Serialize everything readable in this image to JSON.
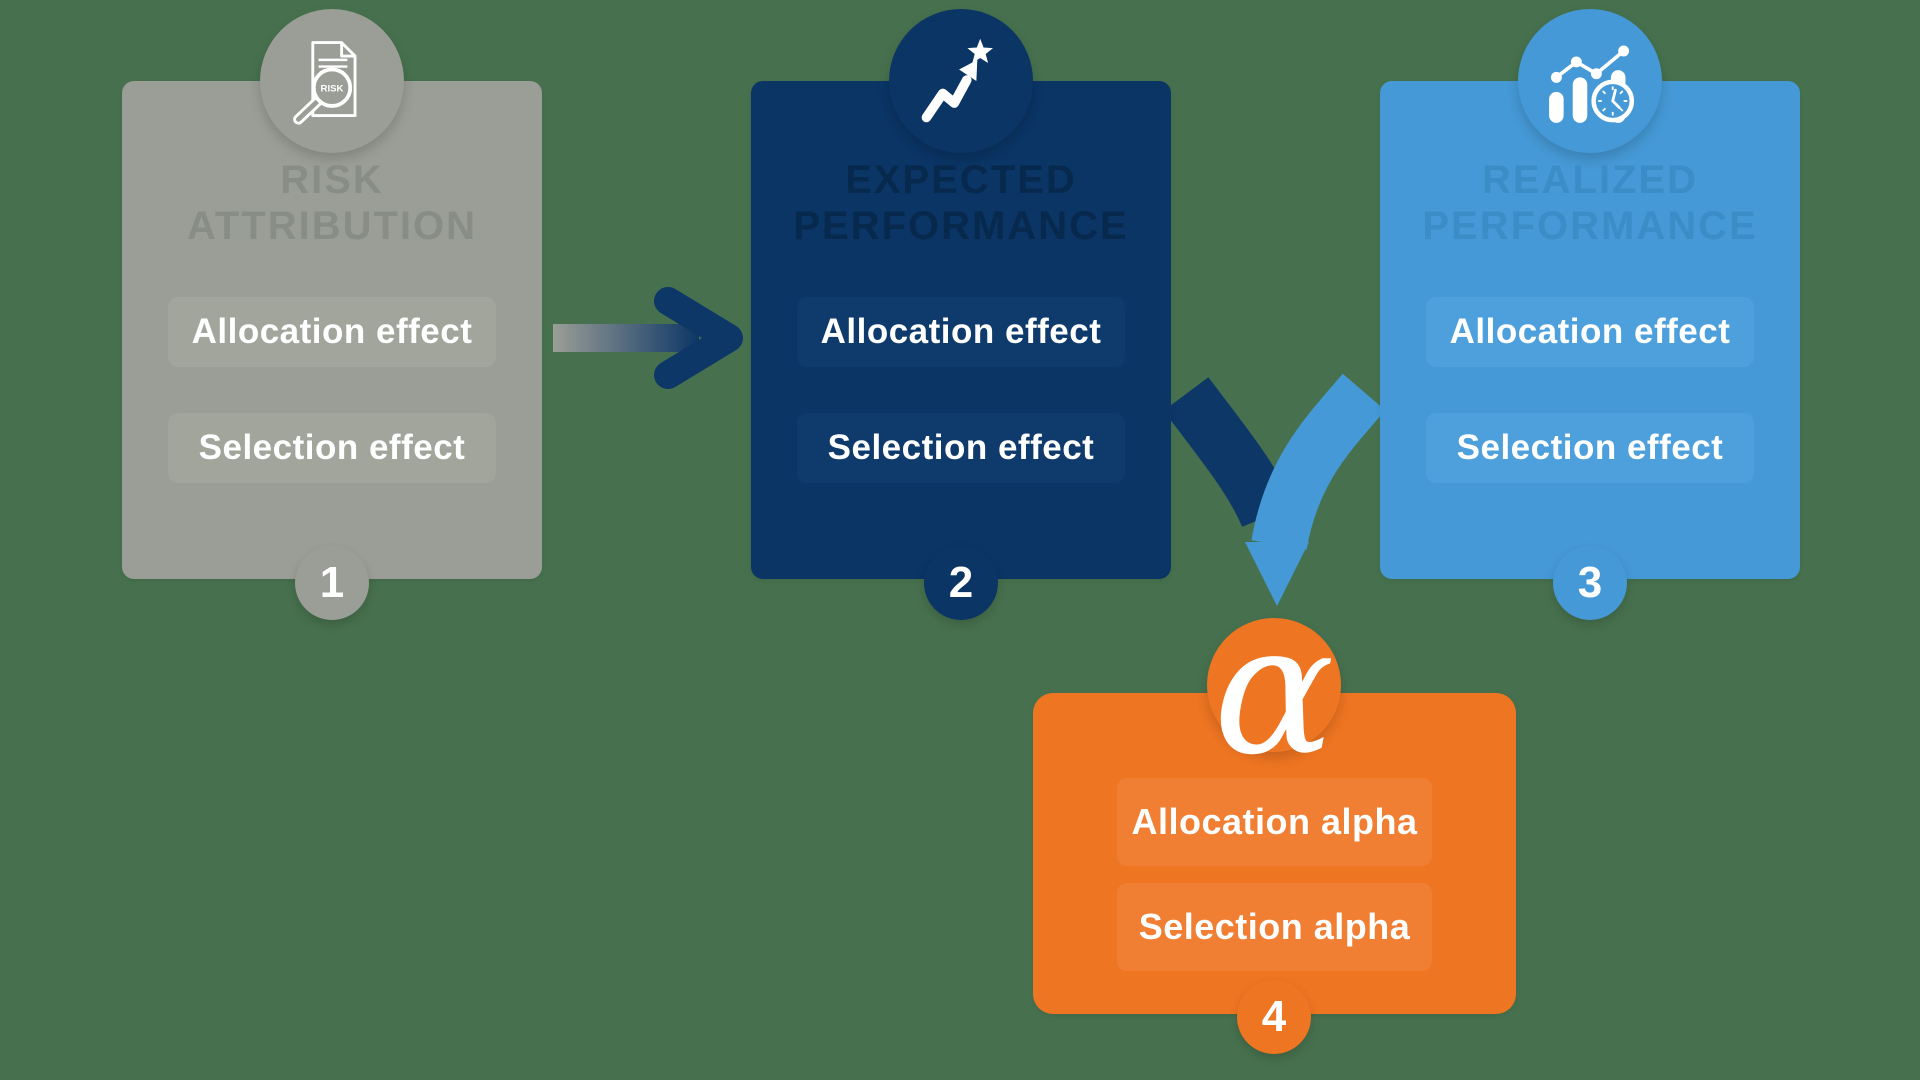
{
  "colors": {
    "background": "#47714e",
    "card_gray": "#9a9e96",
    "card_navy": "#0a3565",
    "card_blue": "#4599d6",
    "card_orange": "#ee7522",
    "text_white": "#ffffff"
  },
  "cards": [
    {
      "number": "1",
      "title_line1": "RISK",
      "title_line2": "ATTRIBUTION",
      "rows": [
        "Allocation effect",
        "Selection effect"
      ],
      "icon": "risk-document-magnifier-icon",
      "icon_label": "RISK",
      "color": "#9a9e96"
    },
    {
      "number": "2",
      "title_line1": "EXPECTED",
      "title_line2": "PERFORMANCE",
      "rows": [
        "Allocation effect",
        "Selection effect"
      ],
      "icon": "trend-arrow-star-icon",
      "color": "#0a3565"
    },
    {
      "number": "3",
      "title_line1": "REALIZED",
      "title_line2": "PERFORMANCE",
      "rows": [
        "Allocation effect",
        "Selection effect"
      ],
      "icon": "bar-chart-clock-icon",
      "color": "#4599d6"
    },
    {
      "number": "4",
      "alpha_symbol": "α",
      "rows": [
        "Allocation alpha",
        "Selection alpha"
      ],
      "icon": "alpha-icon",
      "color": "#ee7522"
    }
  ]
}
